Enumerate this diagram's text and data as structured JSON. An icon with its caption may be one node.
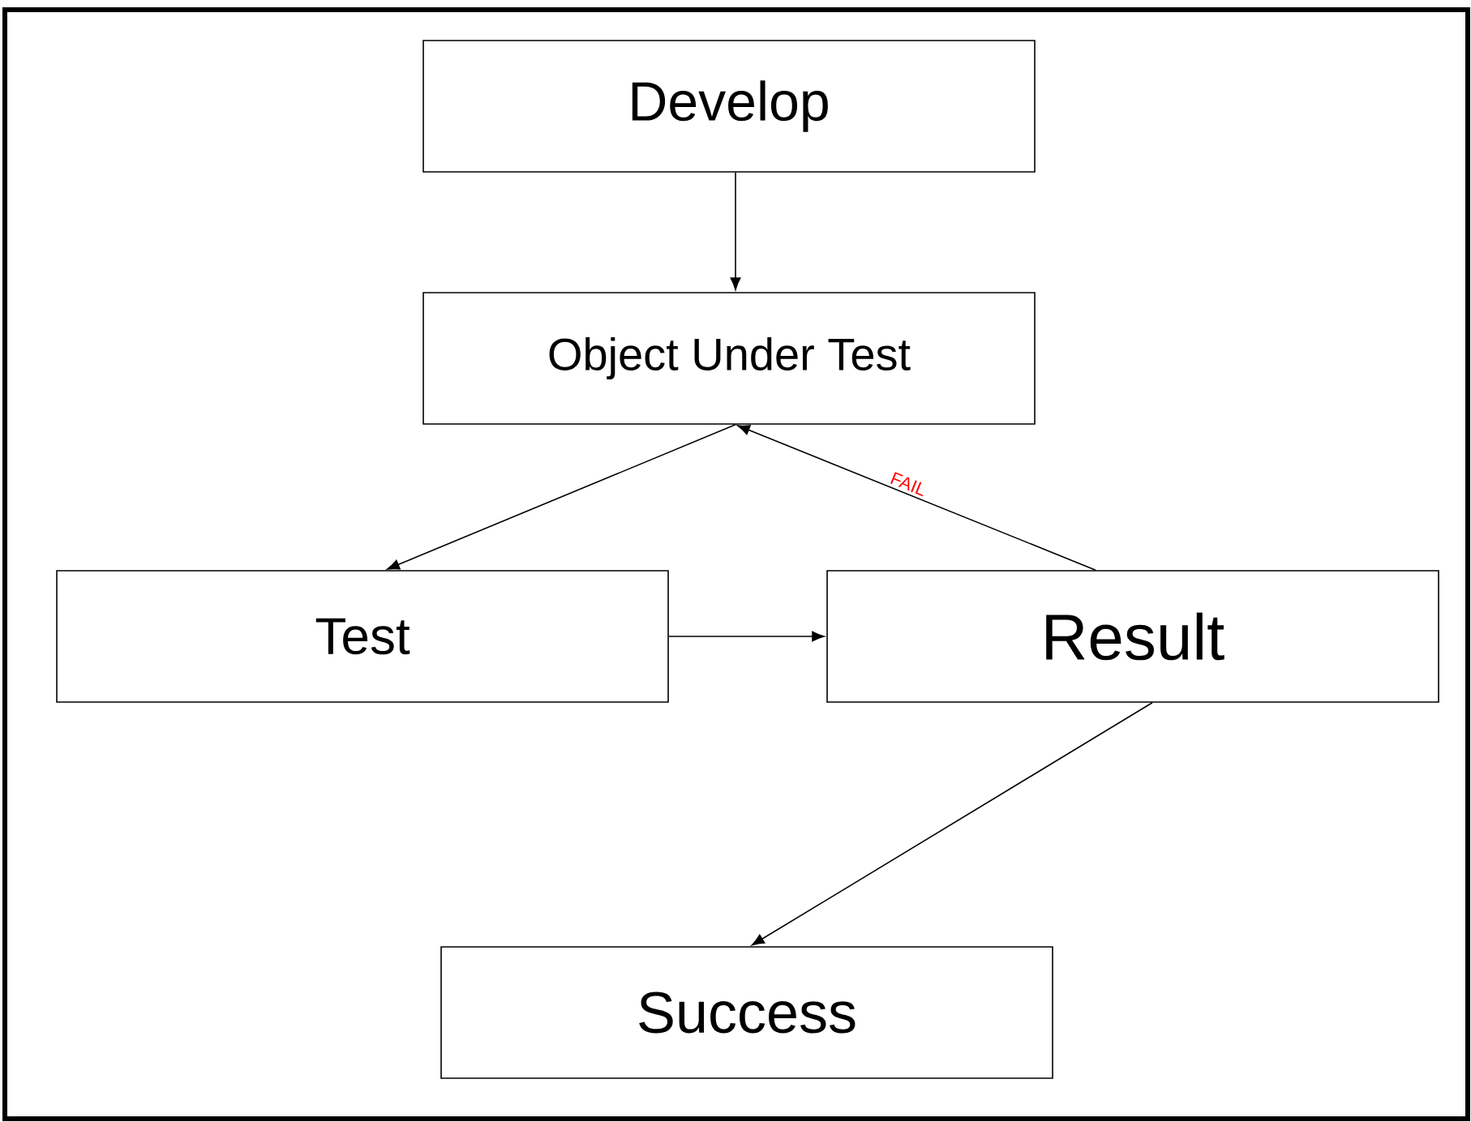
{
  "diagram": {
    "nodes": [
      {
        "text": [
          "Develop"
        ]
      },
      {
        "text": [
          "Object Under Test"
        ]
      },
      {
        "text": [
          "Test"
        ]
      },
      {
        "text": [
          "Result"
        ]
      },
      {
        "text": [
          "Success"
        ]
      }
    ],
    "edges": [
      {
        "from": 0,
        "to": 1,
        "arrow": "to"
      },
      {
        "from": 1,
        "to": 2,
        "arrow": "to"
      },
      {
        "from": 2,
        "to": 3,
        "arrow": "to"
      },
      {
        "from": 3,
        "to": 1,
        "arrow": "to",
        "label": "FAIL"
      },
      {
        "from": 3,
        "to": 4,
        "arrow": "to"
      }
    ]
  }
}
